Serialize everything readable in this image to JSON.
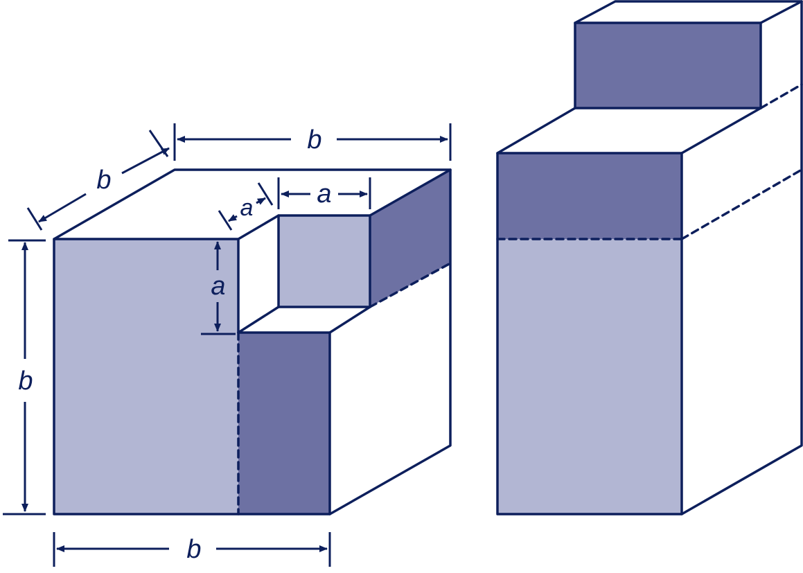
{
  "diagram": {
    "colors": {
      "stroke": "#0d1f5c",
      "face_light": "#b2b6d3",
      "face_dark": "#6d71a3",
      "face_white": "#ffffff"
    },
    "left_solid": {
      "labels": {
        "depth_b": "b",
        "top_width_b": "b",
        "height_b": "b",
        "bottom_width_b": "b",
        "notch_depth_a": "a",
        "notch_width_a": "a",
        "notch_height_a": "a"
      }
    },
    "right_solid": {}
  }
}
